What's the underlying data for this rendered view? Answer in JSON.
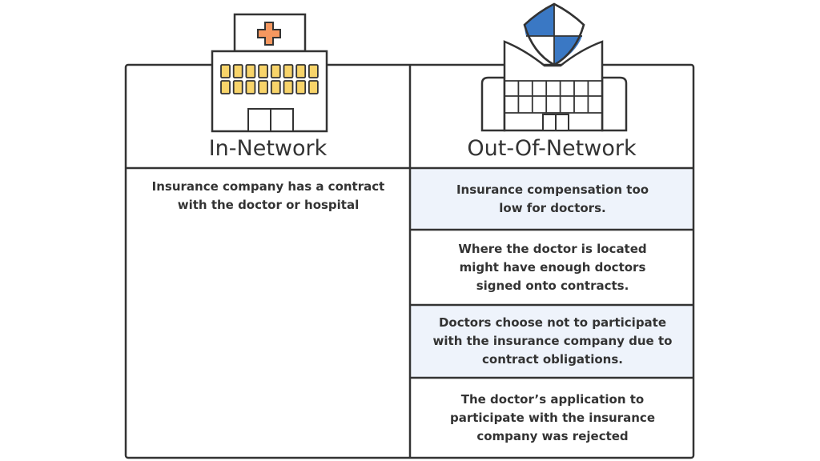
{
  "columns": [
    {
      "heading": "In-Network",
      "icon": "hospital-icon",
      "rows": [
        "Insurance company has a contract with the doctor or hospital"
      ]
    },
    {
      "heading": "Out-Of-Network",
      "icon": "insured-building-icon",
      "rows": [
        "Insurance compensation too low for doctors.",
        "Where the doctor is located might have enough doctors signed onto contracts.",
        "Doctors choose not to participate with the insurance company due to contract obligations.",
        "The doctor’s application to participate with the insurance company was rejected"
      ]
    }
  ],
  "colors": {
    "line": "#333333",
    "highlight": "#eef3fb",
    "cross": "#f5975f",
    "window": "#f8d46a",
    "shield": "#3a78c4"
  }
}
